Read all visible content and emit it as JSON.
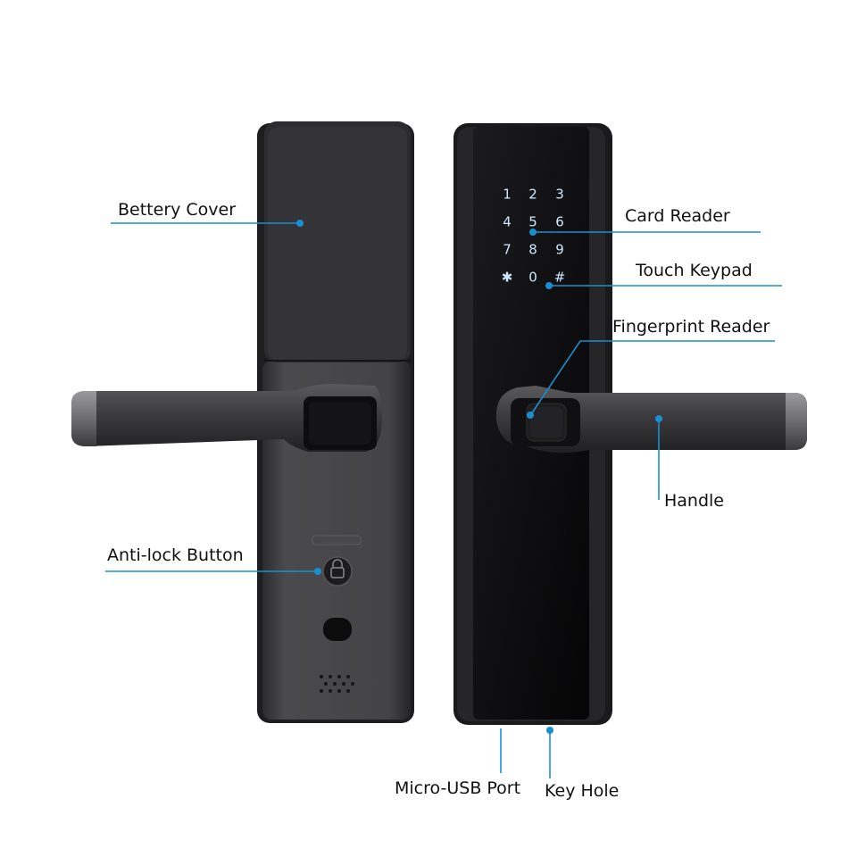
{
  "labels": {
    "battery_cover": "Bettery Cover",
    "card_reader": "Card Reader",
    "touch_keypad": "Touch Keypad",
    "fingerprint_reader": "Fingerprint Reader",
    "handle": "Handle",
    "anti_lock_button": "Anti-lock Button",
    "micro_usb_port": "Micro-USB Port",
    "key_hole": "Key Hole"
  },
  "keypad": {
    "rows": [
      [
        "1",
        "2",
        "3"
      ],
      [
        "4",
        "5",
        "6"
      ],
      [
        "7",
        "8",
        "9"
      ],
      [
        "✱",
        "0",
        "#"
      ]
    ]
  },
  "colors": {
    "callout": "#1a8fd0",
    "lock_body": "#3a3a3c",
    "lock_dark": "#111214",
    "keypad_glass": "#0b0b0d",
    "key_glow": "#cfe6ff"
  }
}
